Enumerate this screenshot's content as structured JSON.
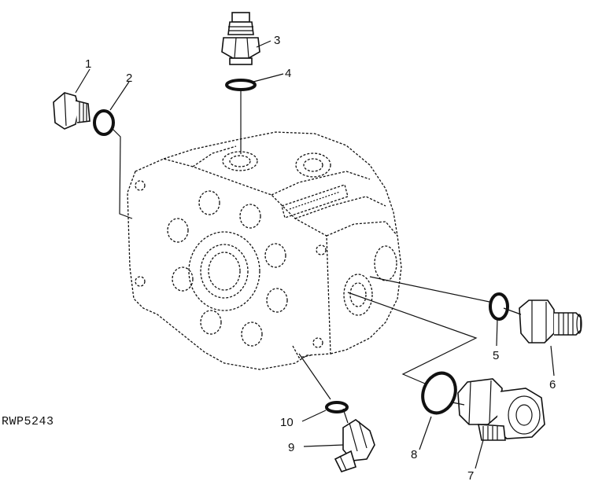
{
  "figure": {
    "code": "RWP5243"
  },
  "callouts": [
    {
      "id": "1",
      "label": "1"
    },
    {
      "id": "2",
      "label": "2"
    },
    {
      "id": "3",
      "label": "3"
    },
    {
      "id": "4",
      "label": "4"
    },
    {
      "id": "5",
      "label": "5"
    },
    {
      "id": "6",
      "label": "6"
    },
    {
      "id": "7",
      "label": "7"
    },
    {
      "id": "8",
      "label": "8"
    },
    {
      "id": "9",
      "label": "9"
    },
    {
      "id": "10",
      "label": "10"
    }
  ]
}
